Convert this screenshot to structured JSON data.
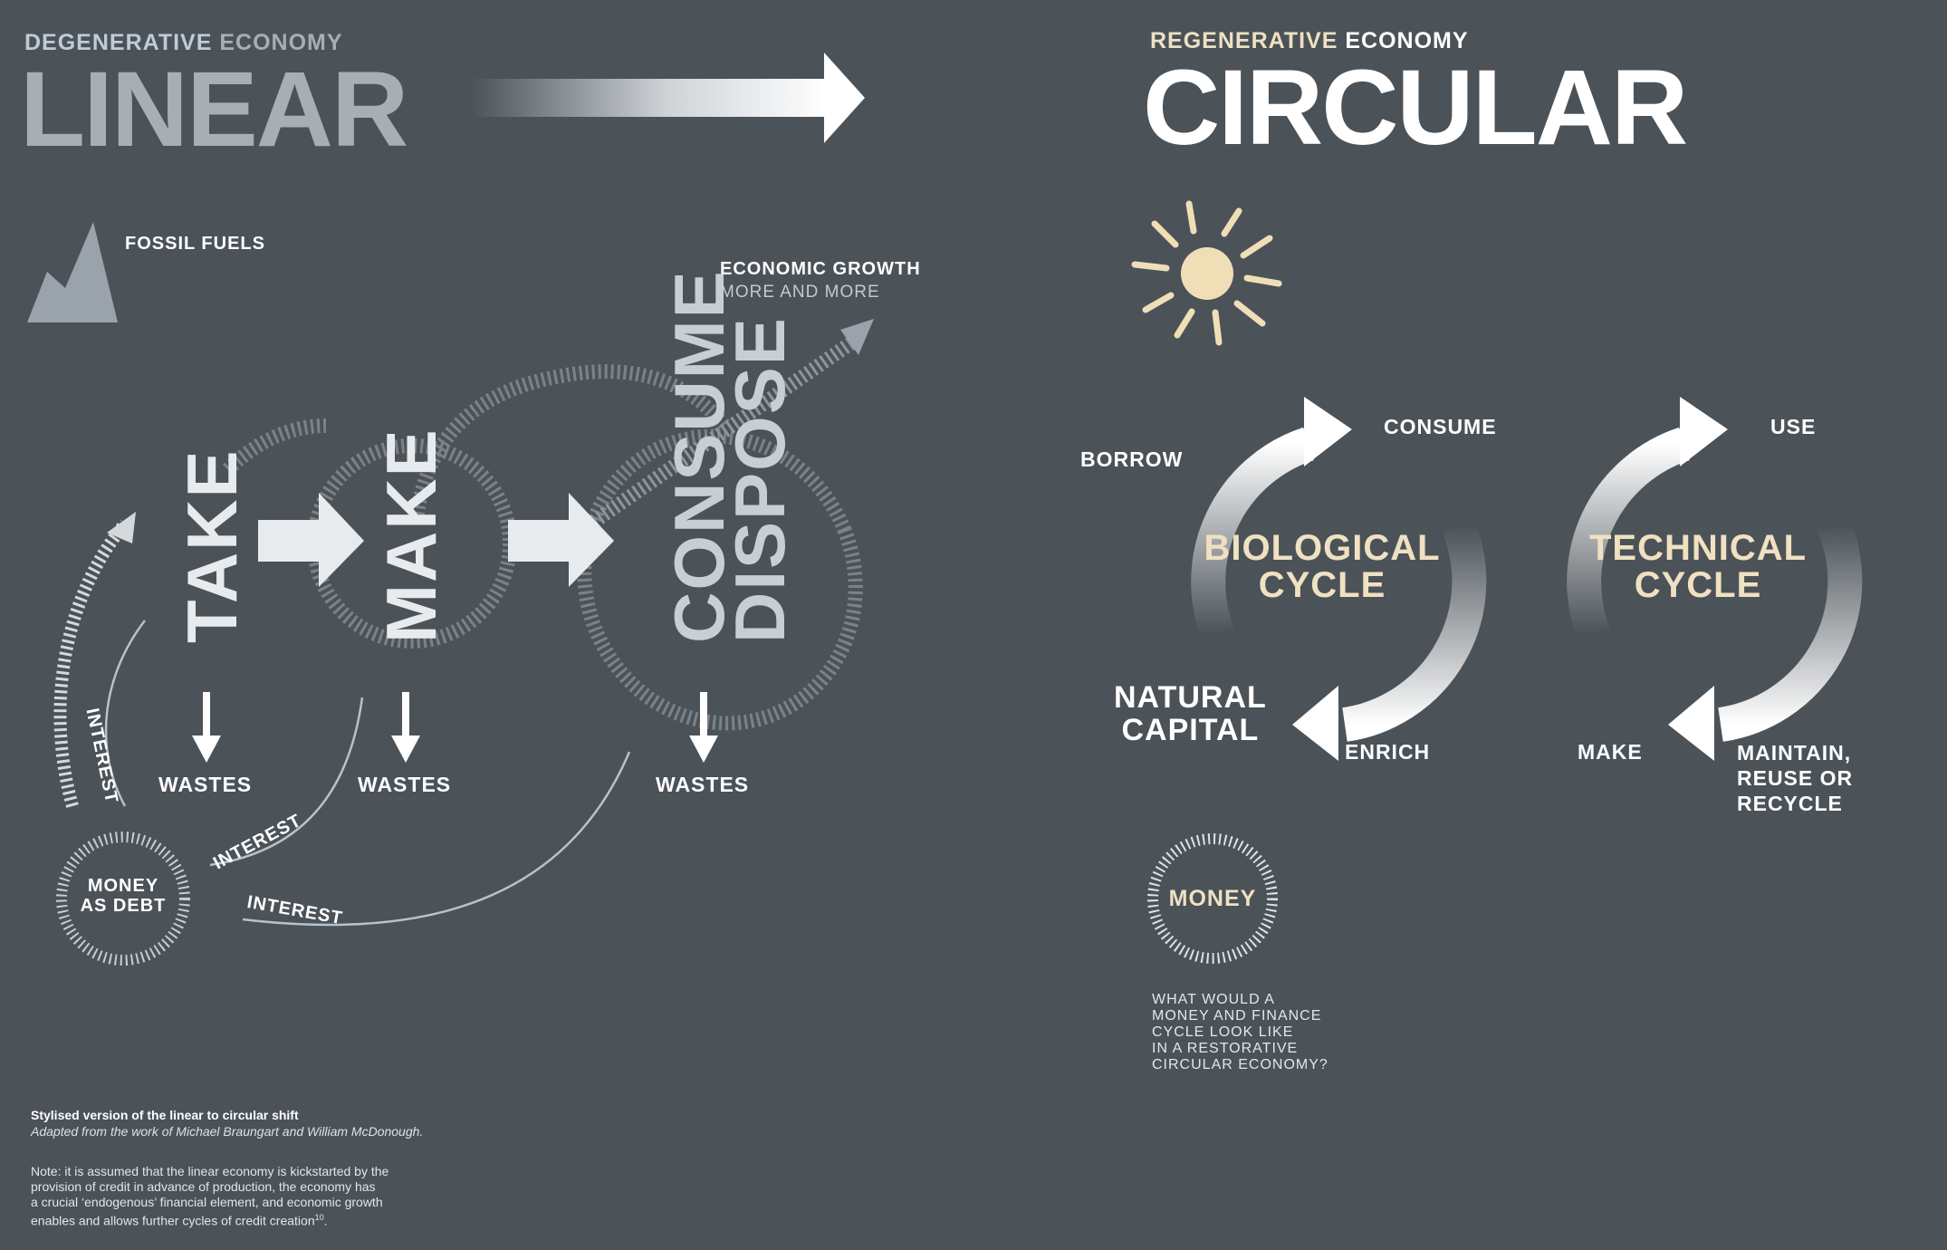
{
  "linear": {
    "kicker_a": "DEGENERATIVE",
    "kicker_b": "ECONOMY",
    "title": "LINEAR",
    "fossil_fuels": "FOSSIL FUELS",
    "growth_title": "ECONOMIC GROWTH",
    "growth_sub": "MORE AND MORE",
    "steps": [
      "TAKE",
      "MAKE",
      "CONSUME",
      "DISPOSE"
    ],
    "wastes": [
      "WASTES",
      "WASTES",
      "WASTES"
    ],
    "interest": [
      "INTEREST",
      "INTEREST",
      "INTEREST"
    ],
    "money_line1": "MONEY",
    "money_line2": "AS DEBT"
  },
  "circular": {
    "kicker_a": "REGENERATIVE",
    "kicker_b": "ECONOMY",
    "title": "CIRCULAR",
    "bio_cycle_1": "BIOLOGICAL",
    "bio_cycle_2": "CYCLE",
    "tech_cycle_1": "TECHNICAL",
    "tech_cycle_2": "CYCLE",
    "borrow": "BORROW",
    "consume": "CONSUME",
    "natural_capital_1": "NATURAL",
    "natural_capital_2": "CAPITAL",
    "enrich": "ENRICH",
    "use": "USE",
    "make": "MAKE",
    "maintain_1": "MAINTAIN,",
    "maintain_2": "REUSE OR",
    "maintain_3": "RECYCLE",
    "money": "MONEY",
    "question": [
      "WHAT WOULD A",
      "MONEY AND FINANCE",
      "CYCLE LOOK LIKE",
      "IN A RESTORATIVE",
      "CIRCULAR ECONOMY?"
    ]
  },
  "footer": {
    "caption_title": "Stylised version of the linear to circular shift",
    "caption_sub": "Adapted from the work of Michael Braungart and William McDonough.",
    "note": [
      "Note: it is assumed that the linear economy is kickstarted by the",
      "provision of credit in advance of production, the economy has",
      "a crucial ‘endogenous’ financial element, and economic growth",
      "enables and allows further cycles of credit creation"
    ],
    "note_ref": "10",
    "note_end": "."
  },
  "colors": {
    "background": "#4b5258",
    "grey_text": "#a9aeb3",
    "kicker_blue": "#bfcbd6",
    "tan": "#efe1c1",
    "sun": "#f0dfb6",
    "interest_line": "#b6c3cd"
  }
}
